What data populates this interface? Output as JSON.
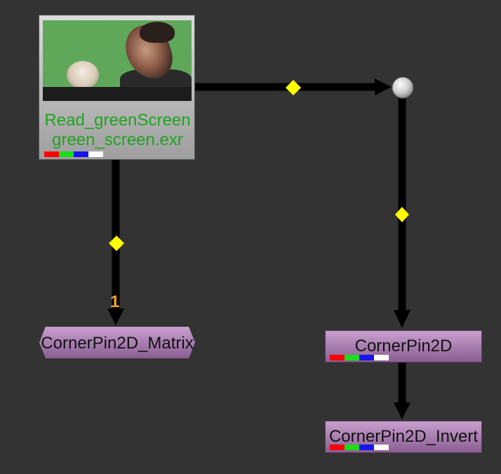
{
  "nodes": {
    "read": {
      "label_line1": "Read_greenScreen",
      "label_line2": "green_screen.exr"
    },
    "matrix": {
      "label": "CornerPin2D_Matrix",
      "input_number": "1"
    },
    "cornerpin": {
      "label": "CornerPin2D"
    },
    "invert": {
      "label": "CornerPin2D_Invert"
    }
  },
  "colors": {
    "background": "#333333",
    "read_label": "#1fa41f",
    "node_fill": "#a880b0",
    "edge": "#000000",
    "edge_handle": "#ffff00",
    "input_number": "#f0a32a",
    "channels": [
      "#ff0000",
      "#18e018",
      "#1515ee",
      "#ffffff"
    ]
  }
}
